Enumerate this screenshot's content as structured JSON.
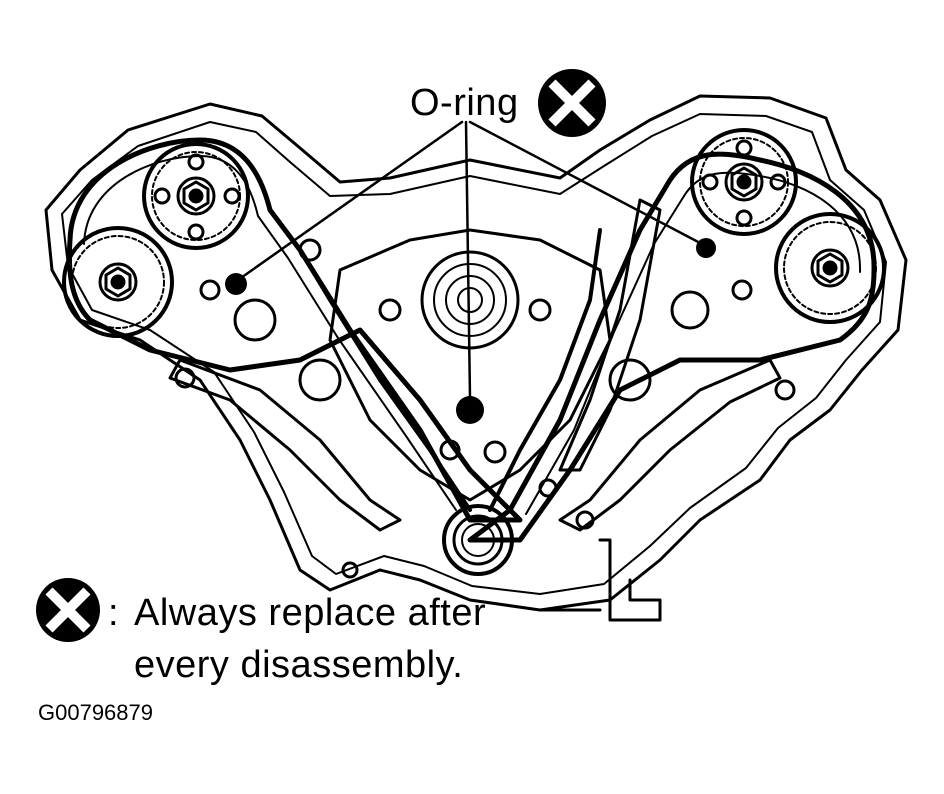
{
  "callout": {
    "label": "O-ring",
    "icon": "replace-x-icon"
  },
  "legend": {
    "icon": "replace-x-icon",
    "colon": ":",
    "line1": "Always replace after",
    "line2": "every disassembly."
  },
  "figure_id": "G00796879",
  "colors": {
    "ink": "#000000",
    "paper": "#ffffff"
  }
}
